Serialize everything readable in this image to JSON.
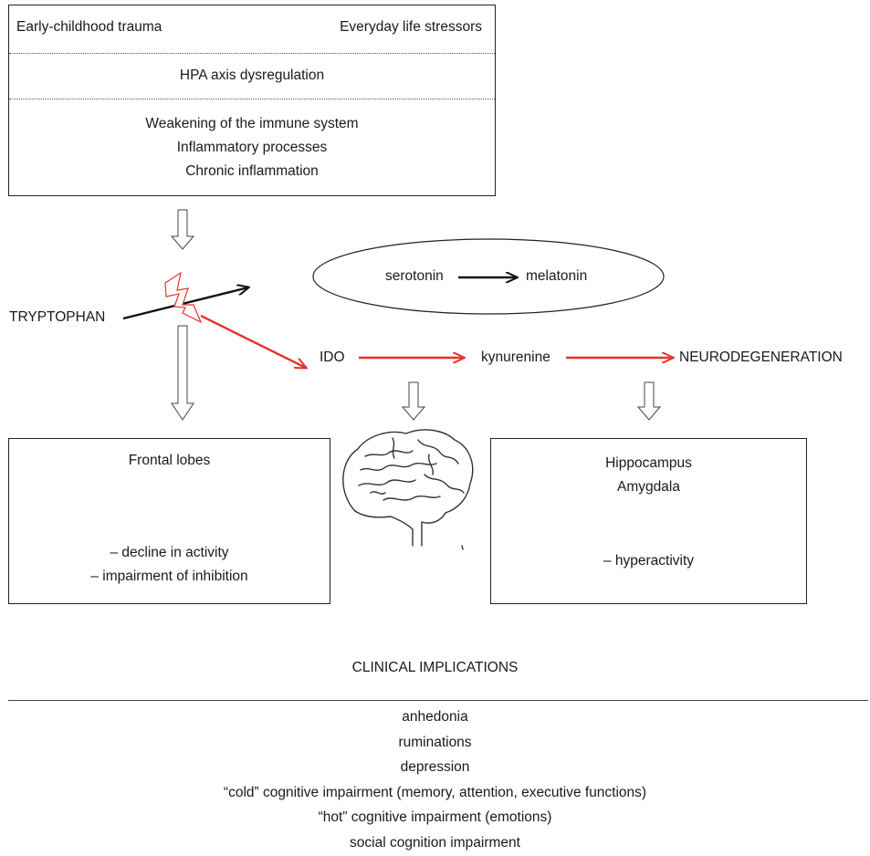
{
  "top_box": {
    "row1_left": "Early-childhood trauma",
    "row1_right": "Everyday life stressors",
    "row2": "HPA axis dysregulation",
    "row3": [
      "Weakening of the immune system",
      "Inflammatory processes",
      "Chronic inflammation"
    ]
  },
  "pathway": {
    "tryptophan": "TRYPTOPHAN",
    "serotonin": "serotonin",
    "melatonin": "melatonin",
    "ido": "IDO",
    "kynurenine": "kynurenine",
    "neurodegeneration": "NEURODEGENERATION"
  },
  "left_box": {
    "title": "Frontal lobes",
    "items": [
      "– decline in activity",
      "– impairment of inhibition"
    ]
  },
  "right_box": {
    "titles": [
      "Hippocampus",
      "Amygdala"
    ],
    "items": [
      "– hyperactivity"
    ]
  },
  "clinical": {
    "heading": "CLINICAL IMPLICATIONS",
    "items": [
      "anhedonia",
      "ruminations",
      "depression",
      "“cold” cognitive impairment (memory, attention, executive functions)",
      "“hot” cognitive impairment (emotions)",
      "social cognition impairment"
    ]
  },
  "colors": {
    "red_arrow": "#e8322c",
    "black_arrow": "#111111",
    "lightning": "#e8322c"
  },
  "icons": [
    "lightning-bolt-icon",
    "brain-icon",
    "hollow-down-arrow-icon"
  ]
}
